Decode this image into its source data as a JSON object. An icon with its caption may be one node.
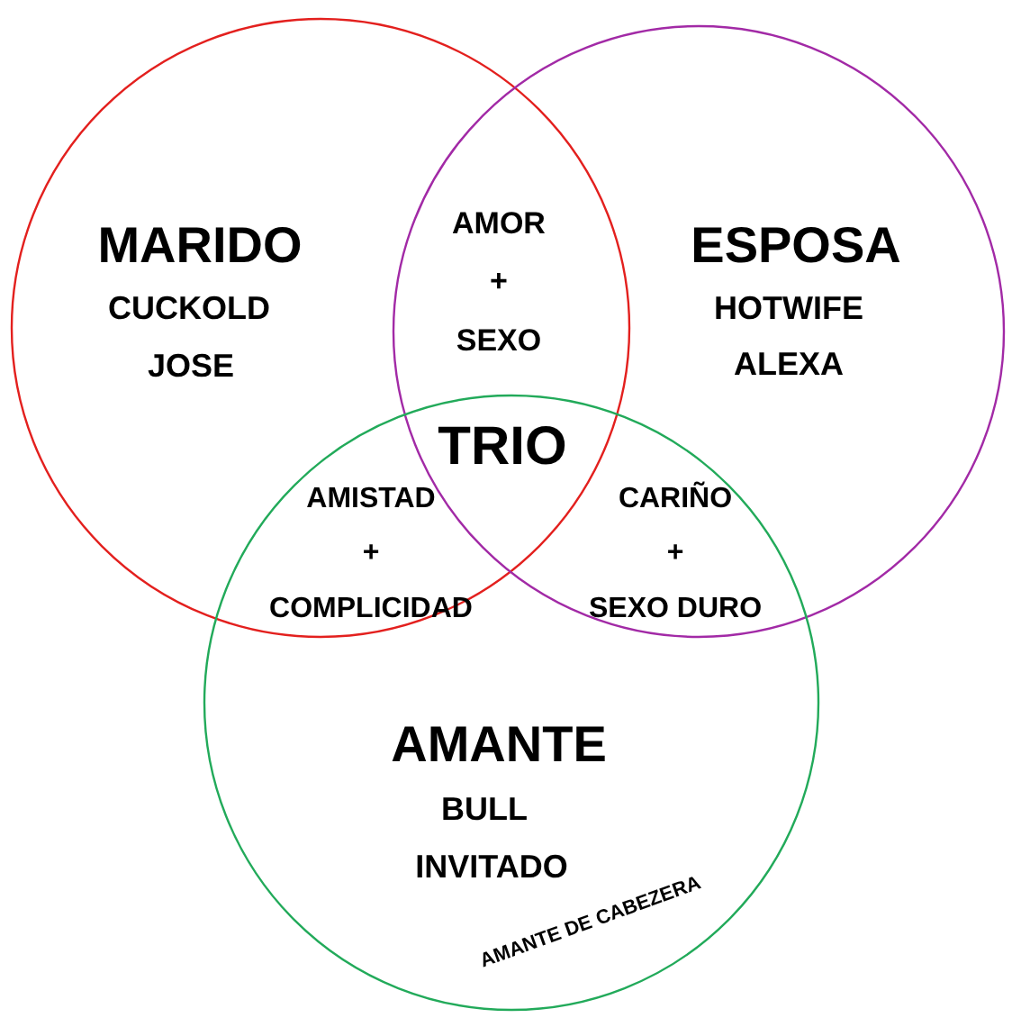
{
  "diagram": {
    "nodes": [
      {
        "text": [
          "MARIDO",
          "CUCKOLD",
          "JOSE"
        ]
      },
      {
        "text": [
          "ESPOSA",
          "HOTWIFE",
          "ALEXA"
        ]
      },
      {
        "text": [
          "AMANTE",
          "BULL",
          "INVITADO",
          "AMANTE DE CABEZERA"
        ]
      }
    ],
    "edges": [],
    "labels": [
      "AMOR + SEXO",
      "TRIO",
      "AMISTAD + COMPLICIDAD",
      "CARIÑO + SEXO DURO"
    ]
  }
}
